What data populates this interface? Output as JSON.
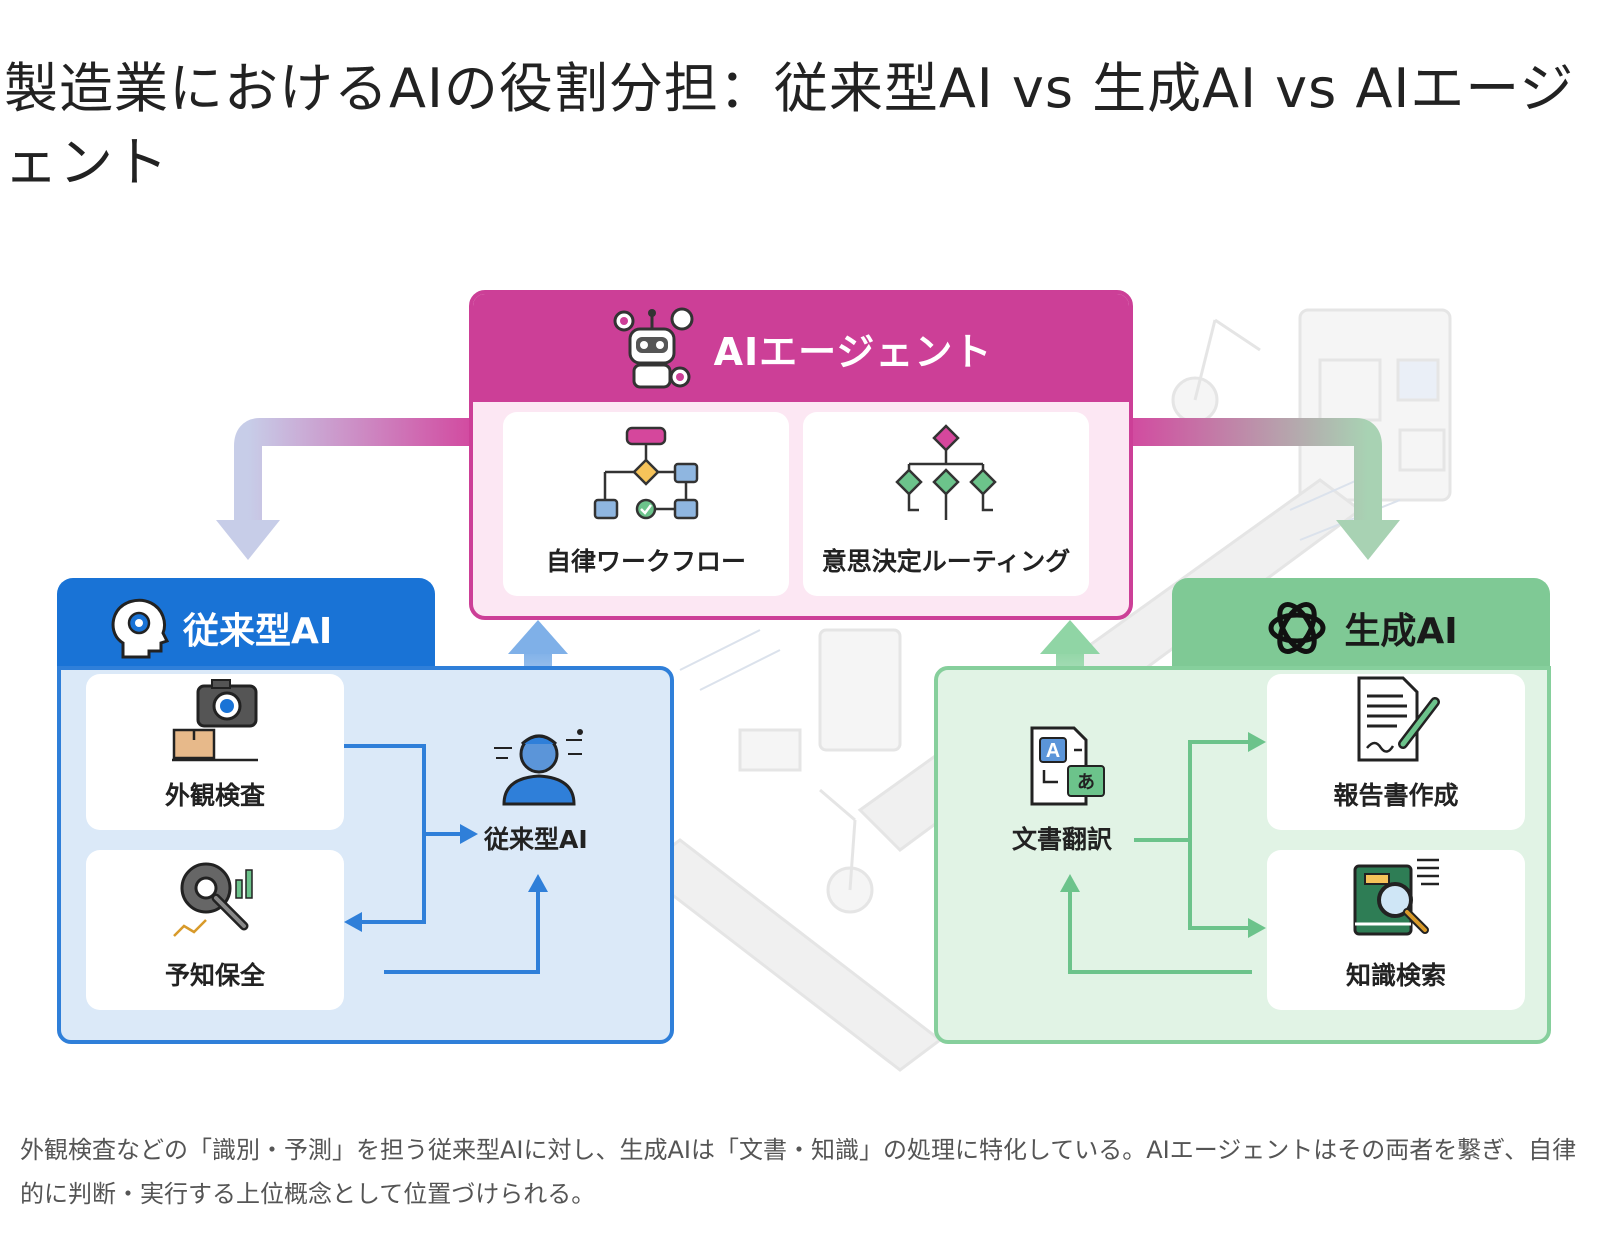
{
  "title": "製造業におけるAIの役割分担：従来型AI vs 生成AI vs AIエージェント",
  "agent": {
    "title": "AIエージェント",
    "cards": [
      "自律ワークフロー",
      "意思決定ルーティング"
    ]
  },
  "traditional": {
    "title": "従来型AI",
    "cards": [
      "外観検査",
      "予知保全"
    ],
    "center_label": "従来型AI"
  },
  "generative": {
    "title": "生成AI",
    "cards": [
      "報告書作成",
      "知識検索"
    ],
    "center_label": "文書翻訳"
  },
  "caption": "外観検査などの「識別・予測」を担う従来型AIに対し、生成AIは「文書・知識」の処理に特化している。AIエージェントはその両者を繋ぎ、自律的に判断・実行する上位概念として位置づけられる。",
  "colors": {
    "agent": "#cc3f97",
    "traditional": "#1973d6",
    "generative": "#7fc995"
  },
  "icons": [
    "robot-gear-icon",
    "workflow-icon",
    "decision-tree-icon",
    "head-gear-icon",
    "camera-box-icon",
    "gear-wrench-chart-icon",
    "worker-ai-icon",
    "openai-knot-icon",
    "translate-icon",
    "document-pen-icon",
    "book-magnifier-icon"
  ]
}
